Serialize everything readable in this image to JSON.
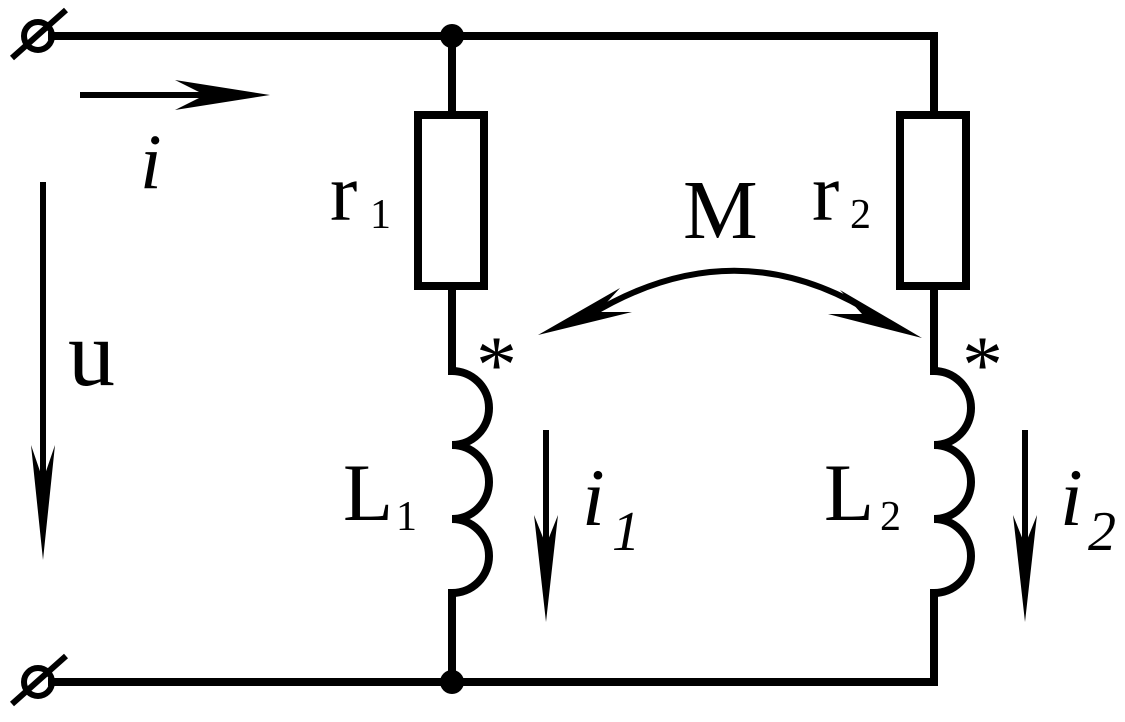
{
  "labels": {
    "i": "i",
    "u": "u",
    "r1_main": "r",
    "r1_sub": "1",
    "r2_main": "r",
    "r2_sub": "2",
    "M": "M",
    "L1_main": "L",
    "L1_sub": "1",
    "L2_main": "L",
    "L2_sub": "2",
    "i1_main": "i",
    "i1_sub": "1",
    "i2_main": "i",
    "i2_sub": "2",
    "dot1": "*",
    "dot2": "*"
  }
}
